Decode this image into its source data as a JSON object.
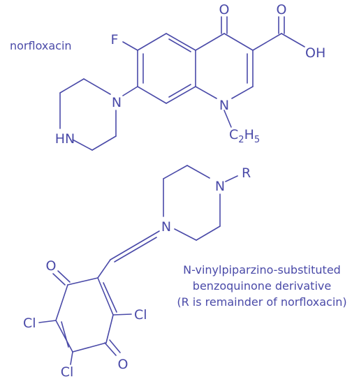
{
  "labels": {
    "compound1_name": "norfloxacin",
    "compound2_caption_line1": "N-vinylpiparzino-substituted",
    "compound2_caption_line2": "benzoquinone derivative",
    "compound2_caption_line3": "(R is remainder of norfloxacin)"
  },
  "atoms": {
    "fluorine": "F",
    "ketone_oxygen": "O",
    "acid_oxygen_double": "O",
    "acid_hydroxyl": "OH",
    "quinolone_nitrogen": "N",
    "ethyl_c": "C",
    "ethyl_c_sub": "2",
    "ethyl_h": "H",
    "ethyl_h_sub": "5",
    "piperazine_n_attached": "N",
    "piperazine_nh": "HN",
    "r_group": "R",
    "piperazine2_n_top": "N",
    "piperazine2_n_bottom": "N",
    "quinone_oxygen_top": "O",
    "quinone_oxygen_bottom": "O",
    "chlorine_right": "Cl",
    "chlorine_left": "Cl",
    "chlorine_bottom": "Cl"
  },
  "colors": {
    "ink": "#4a4aa8",
    "background": "#ffffff"
  }
}
